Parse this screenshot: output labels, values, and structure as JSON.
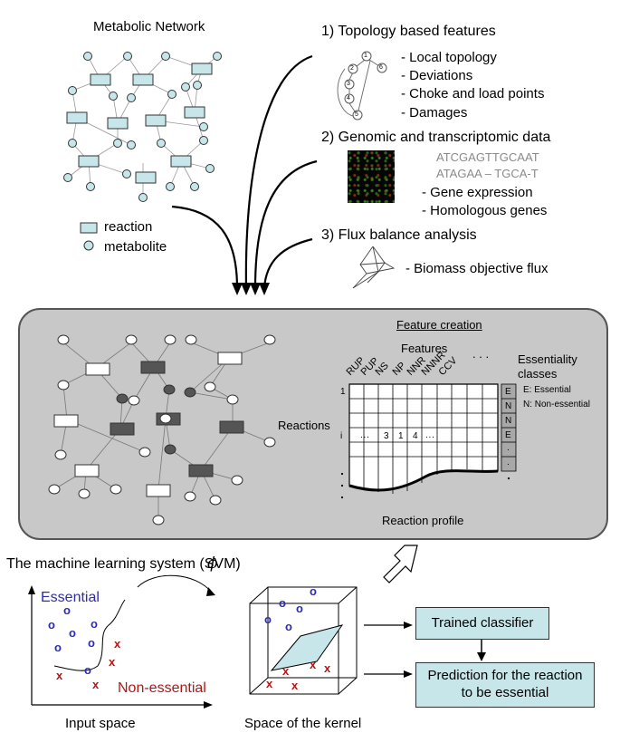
{
  "network_title": "Metabolic Network",
  "legend": {
    "reaction": "reaction",
    "metabolite": "metabolite"
  },
  "features": {
    "topology": {
      "title": "1) Topology based features",
      "items": [
        "- Local topology",
        "- Deviations",
        "- Choke and load points",
        "- Damages"
      ],
      "graph_nodes": [
        "1",
        "2",
        "3",
        "4",
        "5",
        "6"
      ]
    },
    "genomic": {
      "title": "2) Genomic and transcriptomic data",
      "sequences": [
        "ATCGAGTTGCAAT",
        "ATAGAA – TGCA-T"
      ],
      "items": [
        "- Gene expression",
        "- Homologous genes"
      ]
    },
    "flux": {
      "title": "3) Flux balance analysis",
      "items": [
        "- Biomass objective flux"
      ]
    }
  },
  "feature_creation": {
    "title": "Feature creation",
    "features_label": "Features",
    "column_headers": [
      "RUP",
      "PUP",
      "NS",
      "NP",
      "NNR",
      "NNNR",
      "CCV"
    ],
    "column_ellipsis": ". . .",
    "essentiality_label": "Essentiality classes",
    "class_key": [
      "E: Essential",
      "N: Non-essential"
    ],
    "class_cells": [
      "E",
      "N",
      "N",
      "E",
      ".",
      "."
    ],
    "reactions_label": "Reactions",
    "row_markers": [
      "1",
      "i"
    ],
    "row_i_values": [
      ". . .",
      "3",
      "1",
      "4",
      ". . ."
    ],
    "reaction_profile": "Reaction profile"
  },
  "ml": {
    "title": "The machine learning system (SVM)",
    "phi": "ϕ",
    "essential": "Essential",
    "non_essential": "Non-essential",
    "input_space": "Input space",
    "kernel_space": "Space of the kernel",
    "trained_classifier": "Trained classifier",
    "prediction": "Prediction for the reaction to be essential"
  },
  "colors": {
    "reaction_fill": "#c6e6ea",
    "panel": "#c8c8c8",
    "essential": "#2c2cb0",
    "non_essential": "#b01818",
    "dark_node": "#555555"
  }
}
